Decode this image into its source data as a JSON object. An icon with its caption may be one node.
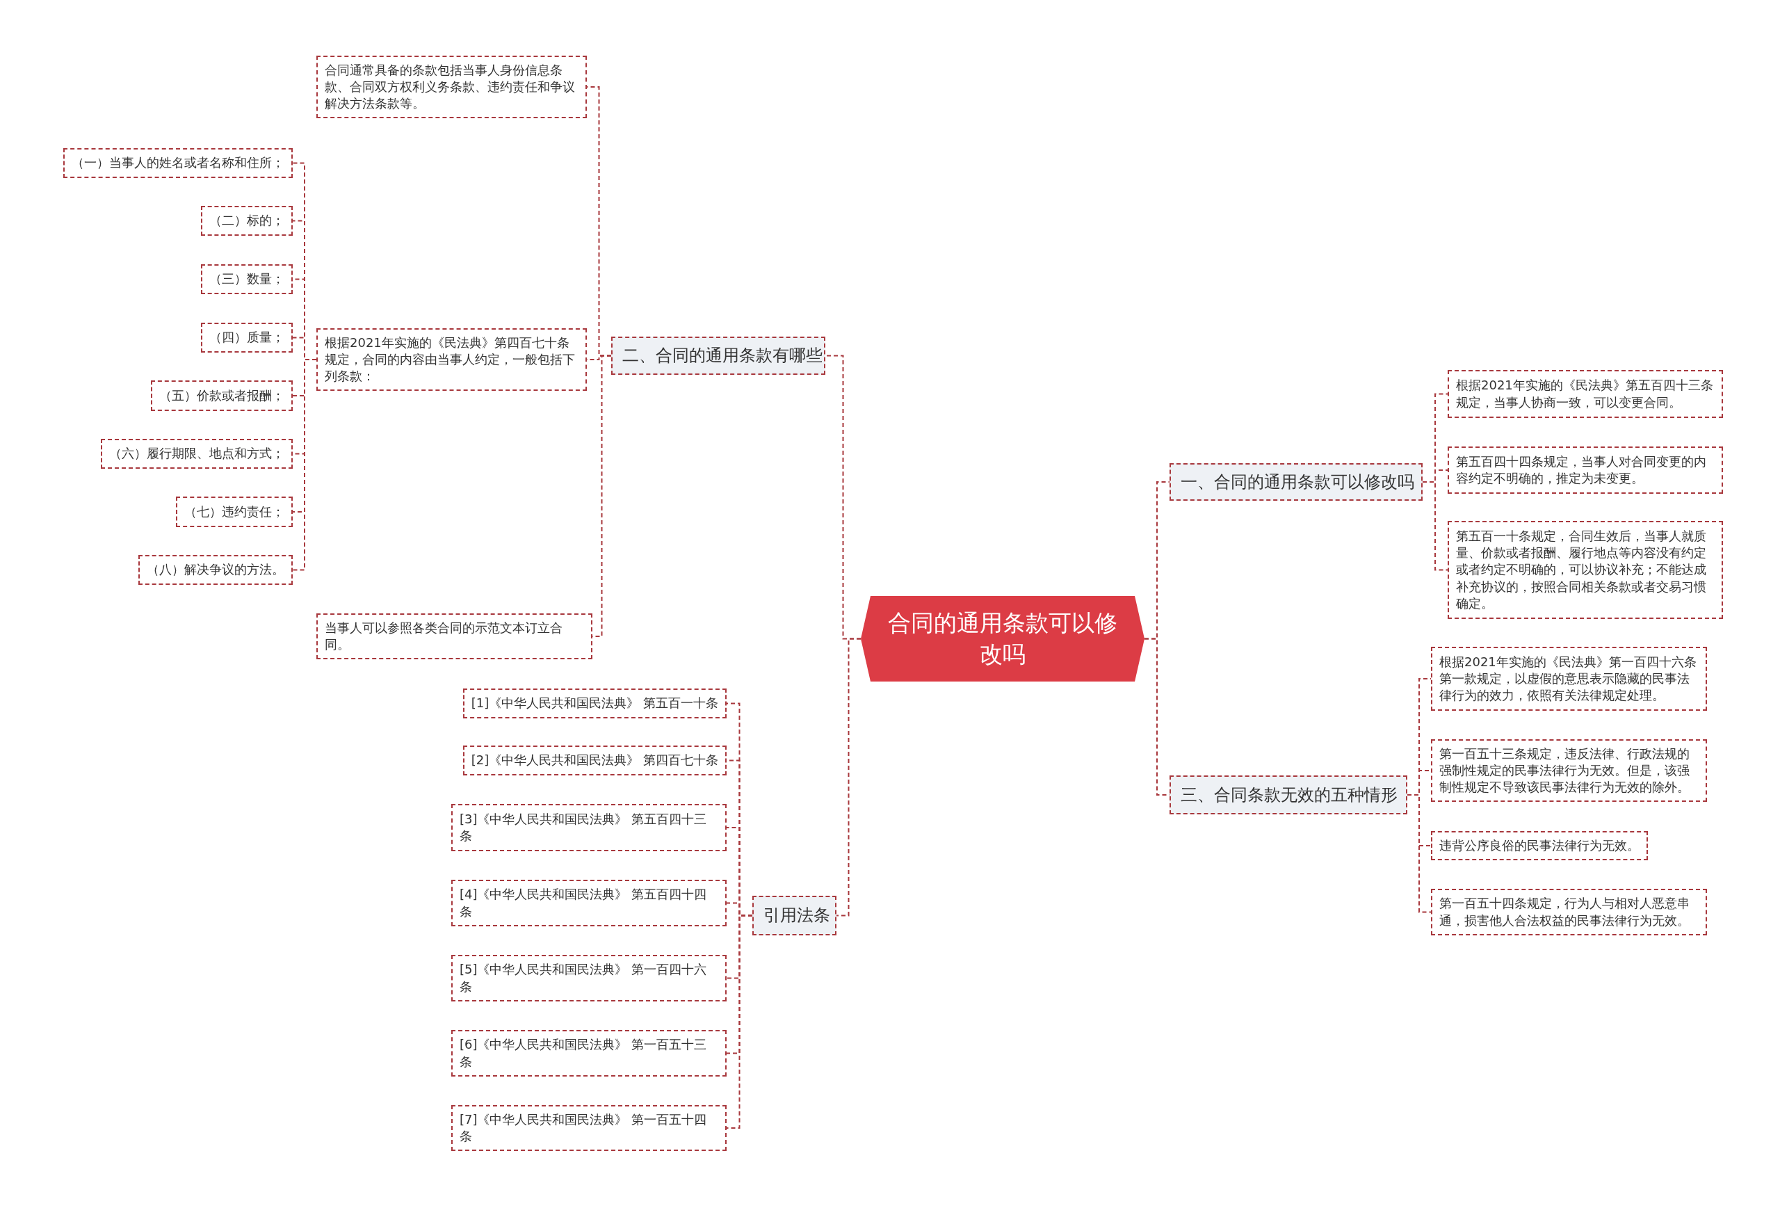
{
  "diagram": {
    "nodes": [
      {
        "text": [
          "合同的通用条款可以修改吗"
        ]
      },
      {
        "text": [
          "二、合同的通用条款有哪些"
        ]
      },
      {
        "text": [
          "合同通常具备的条款包括当事人身份信息条款、合同双方权利义务条款、违约责任和争议解决方法条款等。"
        ]
      },
      {
        "text": [
          "根据2021年实施的《民法典》第四百七十条规定，合同的内容由当事人约定，一般包括下列条款："
        ]
      },
      {
        "text": [
          "（一）当事人的姓名或者名称和住所；"
        ]
      },
      {
        "text": [
          "（二）标的；"
        ]
      },
      {
        "text": [
          "（三）数量；"
        ]
      },
      {
        "text": [
          "（四）质量；"
        ]
      },
      {
        "text": [
          "（五）价款或者报酬；"
        ]
      },
      {
        "text": [
          "（六）履行期限、地点和方式；"
        ]
      },
      {
        "text": [
          "（七）违约责任；"
        ]
      },
      {
        "text": [
          "（八）解决争议的方法。"
        ]
      },
      {
        "text": [
          "当事人可以参照各类合同的示范文本订立合同。"
        ]
      },
      {
        "text": [
          "引用法条"
        ]
      },
      {
        "text": [
          "[1]《中华人民共和国民法典》 第五百一十条"
        ]
      },
      {
        "text": [
          "[2]《中华人民共和国民法典》 第四百七十条"
        ]
      },
      {
        "text": [
          "[3]《中华人民共和国民法典》 第五百四十三条"
        ]
      },
      {
        "text": [
          "[4]《中华人民共和国民法典》 第五百四十四条"
        ]
      },
      {
        "text": [
          "[5]《中华人民共和国民法典》 第一百四十六条"
        ]
      },
      {
        "text": [
          "[6]《中华人民共和国民法典》 第一百五十三条"
        ]
      },
      {
        "text": [
          "[7]《中华人民共和国民法典》 第一百五十四条"
        ]
      },
      {
        "text": [
          "一、合同的通用条款可以修改吗"
        ]
      },
      {
        "text": [
          "根据2021年实施的《民法典》第五百四十三条规定，当事人协商一致，可以变更合同。"
        ]
      },
      {
        "text": [
          "第五百四十四条规定，当事人对合同变更的内容约定不明确的，推定为未变更。"
        ]
      },
      {
        "text": [
          "第五百一十条规定，合同生效后，当事人就质量、价款或者报酬、履行地点等内容没有约定或者约定不明确的，可以协议补充；不能达成补充协议的，按照合同相关条款或者交易习惯确定。"
        ]
      },
      {
        "text": [
          "三、合同条款无效的五种情形"
        ]
      },
      {
        "text": [
          "根据2021年实施的《民法典》第一百四十六条第一款规定，以虚假的意思表示隐藏的民事法律行为的效力，依照有关法律规定处理。"
        ]
      },
      {
        "text": [
          "第一百五十三条规定，违反法律、行政法规的强制性规定的民事法律行为无效。但是，该强制性规定不导致该民事法律行为无效的除外。"
        ]
      },
      {
        "text": [
          "违背公序良俗的民事法律行为无效。"
        ]
      },
      {
        "text": [
          "第一百五十四条规定，行为人与相对人恶意串通，损害他人合法权益的民事法律行为无效。"
        ]
      }
    ],
    "edges": [
      {
        "from": 0,
        "to": 1,
        "arrow": "none"
      },
      {
        "from": 1,
        "to": 2,
        "arrow": "none"
      },
      {
        "from": 1,
        "to": 3,
        "arrow": "none"
      },
      {
        "from": 3,
        "to": 4,
        "arrow": "none"
      },
      {
        "from": 3,
        "to": 5,
        "arrow": "none"
      },
      {
        "from": 3,
        "to": 6,
        "arrow": "none"
      },
      {
        "from": 3,
        "to": 7,
        "arrow": "none"
      },
      {
        "from": 3,
        "to": 8,
        "arrow": "none"
      },
      {
        "from": 3,
        "to": 9,
        "arrow": "none"
      },
      {
        "from": 3,
        "to": 10,
        "arrow": "none"
      },
      {
        "from": 3,
        "to": 11,
        "arrow": "none"
      },
      {
        "from": 1,
        "to": 12,
        "arrow": "none"
      },
      {
        "from": 0,
        "to": 13,
        "arrow": "none"
      },
      {
        "from": 13,
        "to": 14,
        "arrow": "none"
      },
      {
        "from": 13,
        "to": 15,
        "arrow": "none"
      },
      {
        "from": 13,
        "to": 16,
        "arrow": "none"
      },
      {
        "from": 13,
        "to": 17,
        "arrow": "none"
      },
      {
        "from": 13,
        "to": 18,
        "arrow": "none"
      },
      {
        "from": 13,
        "to": 19,
        "arrow": "none"
      },
      {
        "from": 13,
        "to": 20,
        "arrow": "none"
      },
      {
        "from": 0,
        "to": 21,
        "arrow": "none"
      },
      {
        "from": 21,
        "to": 22,
        "arrow": "none"
      },
      {
        "from": 21,
        "to": 23,
        "arrow": "none"
      },
      {
        "from": 21,
        "to": 24,
        "arrow": "none"
      },
      {
        "from": 0,
        "to": 25,
        "arrow": "none"
      },
      {
        "from": 25,
        "to": 26,
        "arrow": "none"
      },
      {
        "from": 25,
        "to": 27,
        "arrow": "none"
      },
      {
        "from": 25,
        "to": 28,
        "arrow": "none"
      },
      {
        "from": 25,
        "to": 29,
        "arrow": "none"
      }
    ]
  }
}
